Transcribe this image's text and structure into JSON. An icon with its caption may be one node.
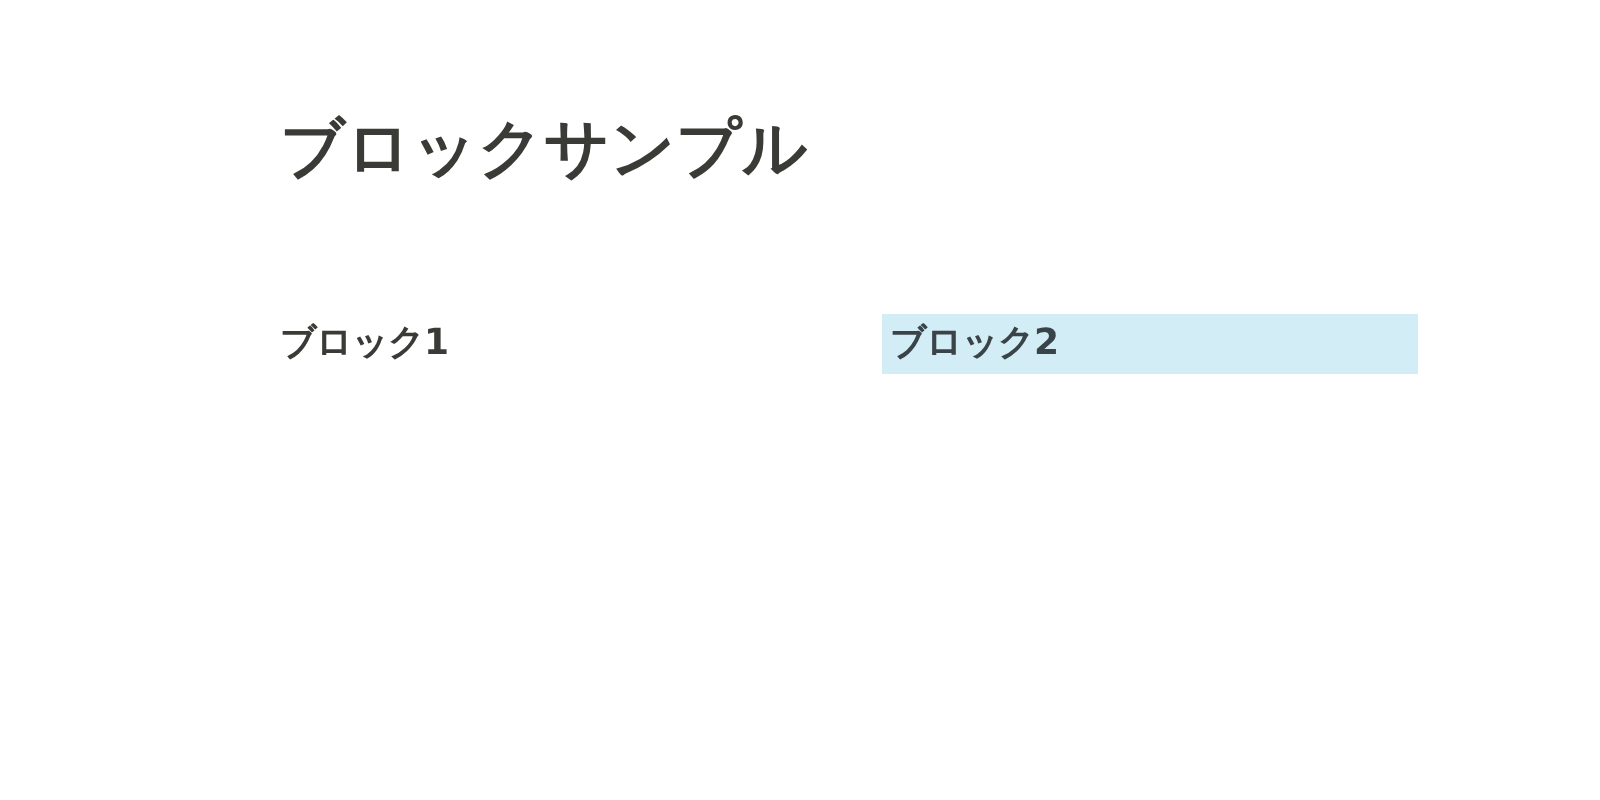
{
  "diagram": {
    "title": "ブロックサンプル",
    "nodes": [
      {
        "text": [
          "ブロック2"
        ]
      }
    ],
    "labels": [
      "ブロック1"
    ]
  }
}
